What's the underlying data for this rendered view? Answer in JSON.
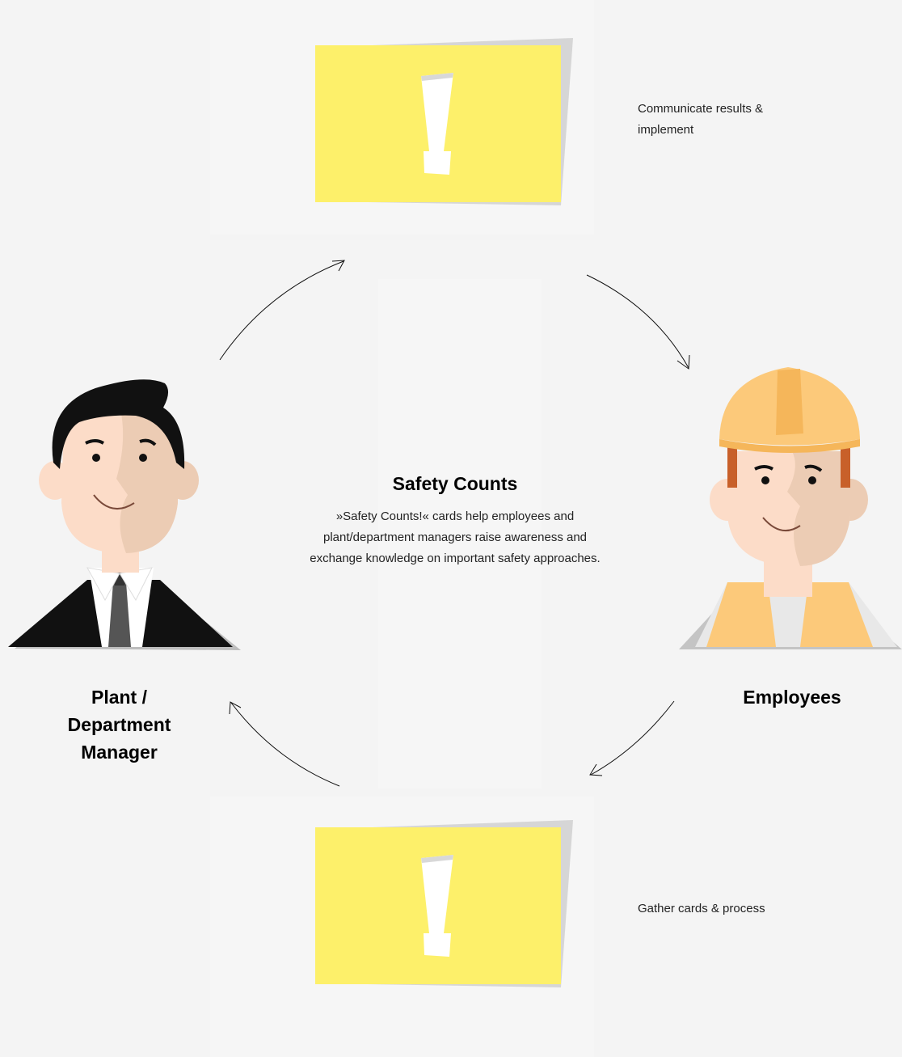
{
  "diagram": {
    "title": "Safety Counts",
    "description": "»Safety Counts!« cards help employees and plant/department managers raise awareness and exchange knowledge on important safety approaches.",
    "top_step": {
      "label": "Communicate results & implement",
      "card_icon": "exclamation-card"
    },
    "bottom_step": {
      "label": "Gather cards & process",
      "card_icon": "exclamation-card"
    },
    "left_person": {
      "label_lines": [
        "Plant /",
        "Department",
        "Manager"
      ],
      "icon": "manager-avatar"
    },
    "right_person": {
      "label": "Employees",
      "icon": "worker-avatar"
    }
  },
  "colors": {
    "card_yellow": "#fdf06a",
    "helmet": "#fcc97a",
    "vest": "#fcc97a",
    "skin": "#fcdcc8",
    "skin_shade": "#ecccb4",
    "hair_dark": "#111111",
    "suit": "#111111",
    "tie": "#555555",
    "background": "#f4f4f4"
  }
}
